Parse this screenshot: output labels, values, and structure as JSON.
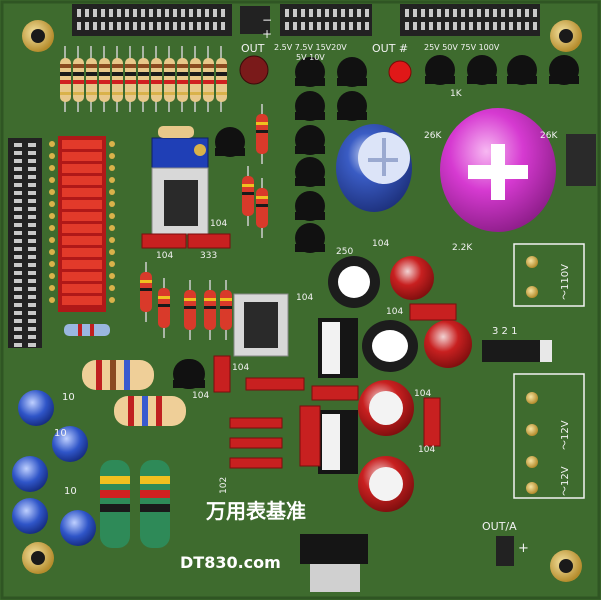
{
  "board": {
    "title_cn": "万用表基准",
    "site": "DT830.com",
    "labels": {
      "out_top": "OUT",
      "out_hash": "OUT #",
      "v_left": "2.5V  7.5V  15V20V",
      "v_left_sub": "5V      10V",
      "v_right": "25V    50V    75V   100V",
      "cap_104_a": "104",
      "cap_104_b": "104",
      "cap_104_c": "104",
      "cap_104_d": "104",
      "cap_104_e": "104",
      "cap_104_f": "104",
      "cap_104_g": "104",
      "cap_104_h": "104",
      "cap_104_i": "104",
      "cap_333": "333",
      "res_250": "250",
      "res_2k2": "2.2K",
      "res_26k": "26K",
      "res_26k_b": "26K",
      "res_1k": "1K",
      "ac110": "～110V",
      "ac12a": "～12V",
      "ac12b": "～12V",
      "pin_321": "3 2 1",
      "out_a": "OUT/A",
      "plus": "+",
      "minus": "−",
      "r10a": "10",
      "r10b": "10",
      "r10c": "10",
      "r102": "102"
    },
    "colors": {
      "pcb": "#3e6b2e",
      "pcb_dark": "#2f5523",
      "pad": "#d9b24a",
      "header": "#2a2a2a",
      "resistor_red": "#e0312a",
      "cap_blue": "#2c4fb0",
      "cap_magenta": "#d63ad1",
      "transistor": "#1c1c1c",
      "led": "#e01818"
    }
  }
}
